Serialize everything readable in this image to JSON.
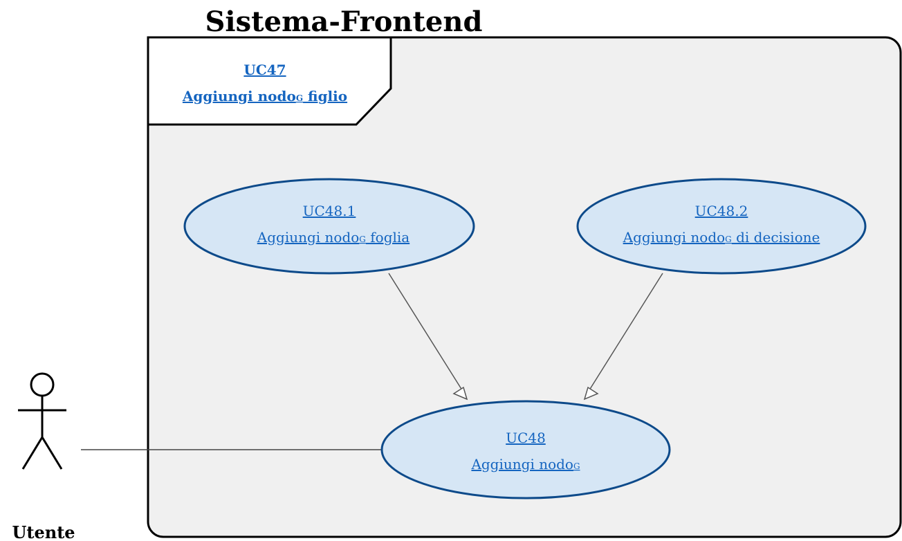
{
  "diagram": {
    "system_title": "Sistema-Frontend",
    "package": {
      "id": "UC47",
      "label_main": "Aggiungi nodo",
      "label_sub": "G",
      "label_tail": " figlio"
    },
    "actor": {
      "label": "Utente"
    },
    "use_cases": {
      "uc48_1": {
        "id": "UC48.1",
        "label_main": "Aggiungi nodo",
        "label_sub": "G",
        "label_tail": " foglia"
      },
      "uc48_2": {
        "id": "UC48.2",
        "label_main": "Aggiungi nodo",
        "label_sub": "G",
        "label_tail": " di decisione"
      },
      "uc48": {
        "id": "UC48",
        "label_main": "Aggiungi nodo",
        "label_sub": "G",
        "label_tail": ""
      }
    },
    "colors": {
      "link": "#1565c0",
      "ellipse_fill": "#d6e6f5",
      "ellipse_stroke": "#0d4a8a",
      "system_fill": "#f0f0f0"
    }
  }
}
